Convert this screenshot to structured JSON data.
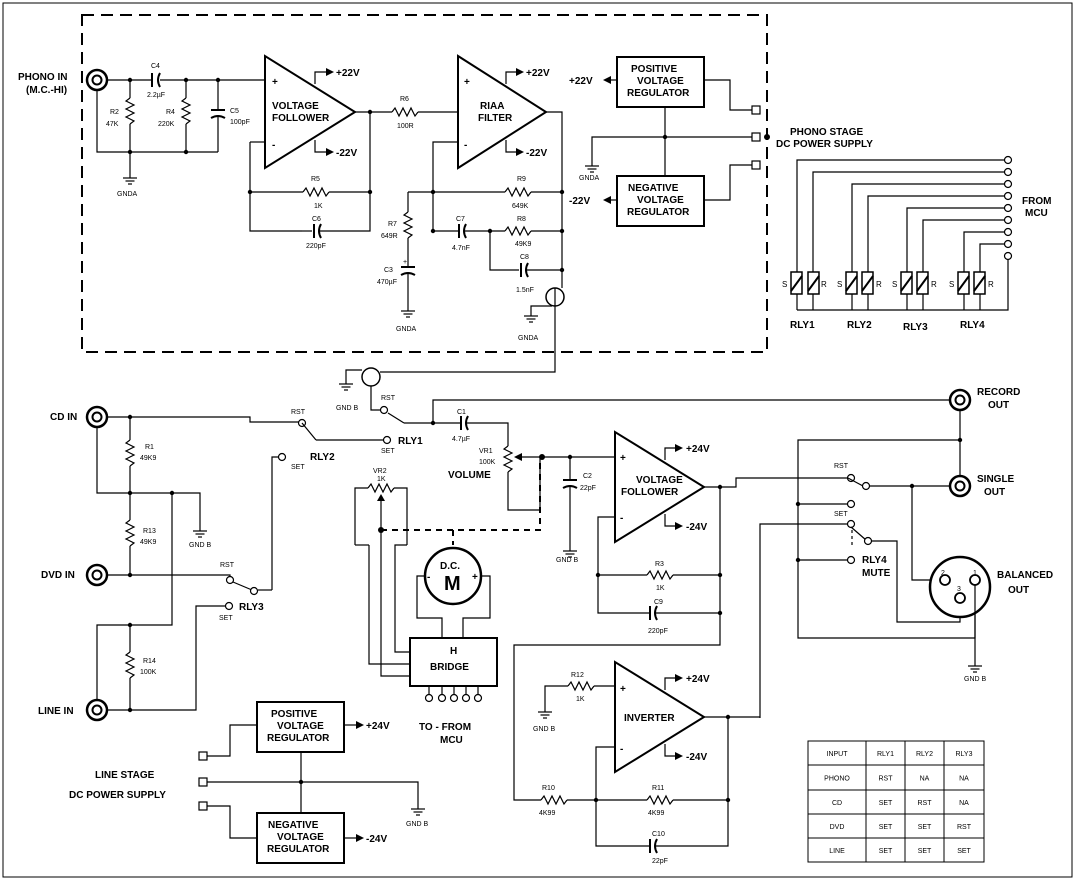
{
  "phono": {
    "input_label": [
      "PHONO IN",
      "(M.C.-HI)"
    ],
    "power_supply_label": [
      "PHONO STAGE",
      "DC POWER SUPPLY"
    ],
    "voltage_follower": [
      "VOLTAGE",
      "FOLLOWER"
    ],
    "riaa_filter": [
      "RIAA",
      "FILTER"
    ],
    "pos_reg": [
      "POSITIVE",
      "VOLTAGE",
      "REGULATOR"
    ],
    "neg_reg": [
      "NEGATIVE",
      "VOLTAGE",
      "REGULATOR"
    ],
    "rail_pos": "+22V",
    "rail_neg": "-22V",
    "gnd": "GNDA",
    "components": {
      "c4": [
        "C4",
        "2.2µF"
      ],
      "r2": [
        "R2",
        "47K"
      ],
      "r4": [
        "R4",
        "220K"
      ],
      "c5": [
        "C5",
        "100pF"
      ],
      "r6": [
        "R6",
        "100R"
      ],
      "r5": [
        "R5",
        "1K"
      ],
      "c6": [
        "C6",
        "220pF"
      ],
      "r9": [
        "R9",
        "649K"
      ],
      "r8": [
        "R8",
        "49K9"
      ],
      "r7": [
        "R7",
        "649R"
      ],
      "c7": [
        "C7",
        "4.7nF"
      ],
      "c8": [
        "C8",
        "1.5nF"
      ],
      "c3": [
        "C3",
        "470µF"
      ]
    }
  },
  "relays": {
    "from_mcu": [
      "FROM",
      "MCU"
    ],
    "names": [
      "RLY1",
      "RLY2",
      "RLY3",
      "RLY4"
    ],
    "coil_s": "S",
    "coil_r": "R",
    "rst": "RST",
    "set": "SET"
  },
  "line": {
    "inputs": [
      "CD IN",
      "DVD IN",
      "LINE IN"
    ],
    "gnd": "GND B",
    "record_out": [
      "RECORD",
      "OUT"
    ],
    "single_out": [
      "SINGLE",
      "OUT"
    ],
    "balanced_out": [
      "BALANCED",
      "OUT"
    ],
    "volume": "VOLUME",
    "voltage_follower": [
      "VOLTAGE",
      "FOLLOWER"
    ],
    "inverter": "INVERTER",
    "rail_pos": "+24V",
    "rail_neg": "-24V",
    "mute": "MUTE",
    "motor": [
      "D.C.",
      "M"
    ],
    "h_bridge": [
      "H",
      "BRIDGE"
    ],
    "to_from_mcu": [
      "TO - FROM",
      "MCU"
    ],
    "power_supply_label": [
      "LINE STAGE",
      "DC POWER SUPPLY"
    ],
    "pos_reg": [
      "POSITIVE",
      "VOLTAGE",
      "REGULATOR"
    ],
    "neg_reg": [
      "NEGATIVE",
      "VOLTAGE",
      "REGULATOR"
    ],
    "xlr_pins": [
      "2",
      "3",
      "1"
    ],
    "components": {
      "r1": [
        "R1",
        "49K9"
      ],
      "r13": [
        "R13",
        "49K9"
      ],
      "r14": [
        "R14",
        "100K"
      ],
      "c1": [
        "C1",
        "4.7µF"
      ],
      "vr1": [
        "VR1",
        "100K"
      ],
      "vr2": [
        "VR2",
        "1K"
      ],
      "c2": [
        "C2",
        "22pF"
      ],
      "r3": [
        "R3",
        "1K"
      ],
      "c9": [
        "C9",
        "220pF"
      ],
      "r12": [
        "R12",
        "1K"
      ],
      "r10": [
        "R10",
        "4K99"
      ],
      "r11": [
        "R11",
        "4K99"
      ],
      "c10": [
        "C10",
        "22pF"
      ]
    }
  },
  "truth_table": {
    "header": [
      "INPUT",
      "RLY1",
      "RLY2",
      "RLY3"
    ],
    "rows": [
      [
        "PHONO",
        "RST",
        "NA",
        "NA"
      ],
      [
        "CD",
        "SET",
        "RST",
        "NA"
      ],
      [
        "DVD",
        "SET",
        "SET",
        "RST"
      ],
      [
        "LINE",
        "SET",
        "SET",
        "SET"
      ]
    ]
  }
}
